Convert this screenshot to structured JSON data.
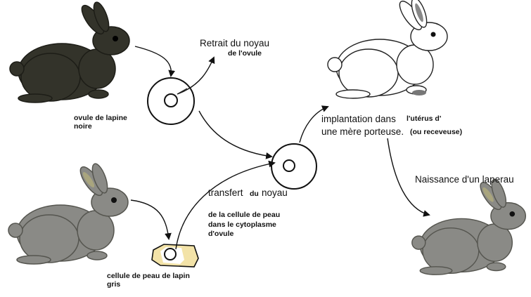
{
  "labels": {
    "retrait_line1": "Retrait du noyau",
    "retrait_line2": "de l'ovule",
    "ovule_noire_line1": "ovule de lapine",
    "ovule_noire_line2": "noire",
    "implantation_a": "implantation dans",
    "implantation_b": "l'utérus d'",
    "implantation_c": "une mère porteuse.",
    "implantation_d": "(ou receveuse)",
    "naissance": "Naissance d'un laperau",
    "transfert_a": "transfert",
    "transfert_b": "du",
    "transfert_c": "noyau",
    "transfert_d": "de la cellule de peau",
    "transfert_e": "dans le cytoplasme",
    "transfert_f": "d'ovule",
    "cellule_line1": "cellule de peau de lapin",
    "cellule_line2": "gris"
  },
  "colors": {
    "black_rabbit": "#33332a",
    "grey_rabbit": "#8a8a86",
    "white_rabbit": "#ffffff",
    "skin_cell": "#f3e3a8",
    "outline": "#111111"
  },
  "icons": {
    "black_rabbit": "rabbit-icon",
    "grey_rabbit": "rabbit-icon",
    "white_rabbit": "rabbit-icon",
    "baby_rabbit": "rabbit-icon"
  }
}
